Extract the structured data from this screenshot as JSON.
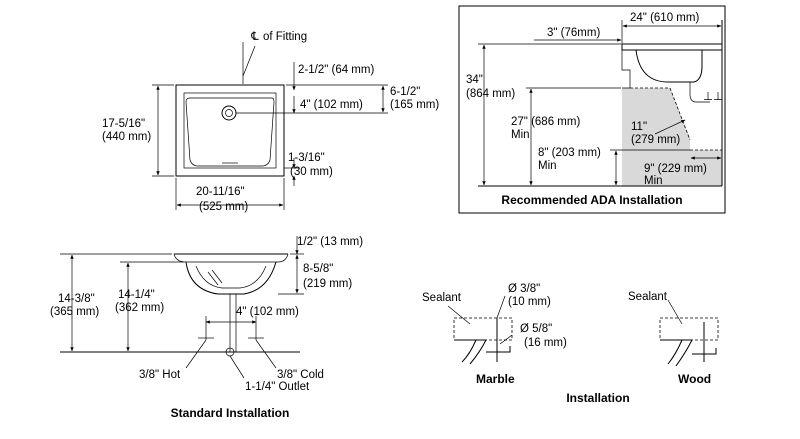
{
  "top_view": {
    "centerline_label": "of Fitting",
    "dim_2_1_2": "2-1/2\" (64 mm)",
    "dim_6_1_2_a": "6-1/2\"",
    "dim_6_1_2_b": "(165 mm)",
    "dim_4": "4\" (102 mm)",
    "dim_17_5_16_a": "17-5/16\"",
    "dim_17_5_16_b": "(440 mm)",
    "dim_1_3_16_a": "1-3/16\"",
    "dim_1_3_16_b": "(30 mm)",
    "dim_20_11_16_a": "20-11/16\"",
    "dim_20_11_16_b": "(525 mm)"
  },
  "ada": {
    "dim_24": "24\" (610 mm)",
    "dim_3": "3\" (76mm)",
    "dim_34_a": "34\"",
    "dim_34_b": "(864 mm)",
    "dim_27_a": "27\" (686 mm)",
    "dim_27_b": "Min",
    "dim_11_a": "11\"",
    "dim_11_b": "(279 mm)",
    "dim_8_a": "8\" (203 mm)",
    "dim_8_b": "Min",
    "dim_9_a": "9\" (229 mm)",
    "dim_9_b": "Min",
    "caption": "Recommended ADA Installation"
  },
  "standard": {
    "dim_1_2": "1/2\" (13 mm)",
    "dim_8_5_8_a": "8-5/8\"",
    "dim_8_5_8_b": "(219 mm)",
    "dim_14_3_8_a": "14-3/8\"",
    "dim_14_3_8_b": "(365 mm)",
    "dim_14_1_4_a": "14-1/4\"",
    "dim_14_1_4_b": "(362 mm)",
    "dim_4": "4\" (102 mm)",
    "hot": "3/8\" Hot",
    "cold": "3/8\" Cold",
    "outlet": "1-1/4\" Outlet",
    "caption": "Standard Installation"
  },
  "installation": {
    "sealant_left": "Sealant",
    "dim_3_8_a": "Ø 3/8\"",
    "dim_3_8_b": "(10 mm)",
    "dim_5_8_a": "Ø 5/8\"",
    "dim_5_8_b": "(16 mm)",
    "marble": "Marble",
    "sealant_right": "Sealant",
    "wood": "Wood",
    "caption": "Installation"
  }
}
